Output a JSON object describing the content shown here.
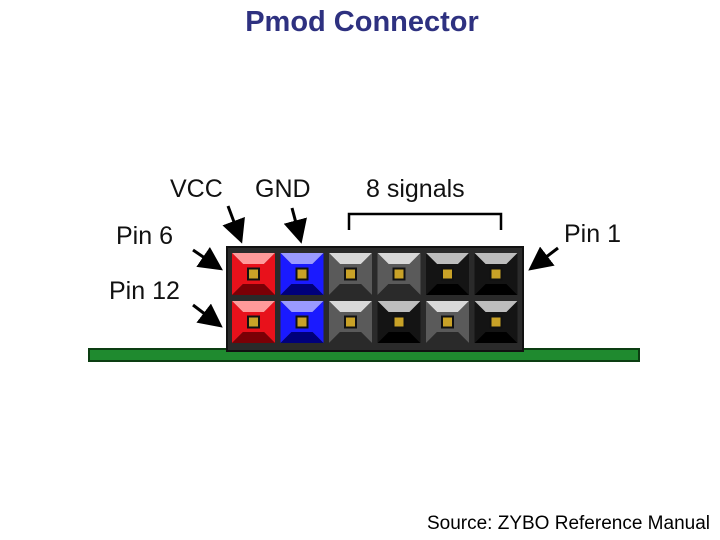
{
  "title": "Pmod Connector",
  "labels": {
    "vcc": "VCC",
    "gnd": "GND",
    "signals": "8 signals",
    "pin6": "Pin 6",
    "pin12": "Pin 12",
    "pin1": "Pin 1"
  },
  "source": "Source: ZYBO Reference Manual",
  "colors": {
    "title": "#2e3180",
    "vcc_pin": "#e8111b",
    "gnd_pin": "#1a1aff",
    "board": "#1f8a2f",
    "housing": "#2a2a2a",
    "pad": "#c9a227"
  },
  "pin_rows": [
    [
      "vcc",
      "gnd",
      "gray",
      "gray",
      "black",
      "black"
    ],
    [
      "vcc",
      "gnd",
      "gray",
      "black",
      "gray",
      "black"
    ]
  ]
}
